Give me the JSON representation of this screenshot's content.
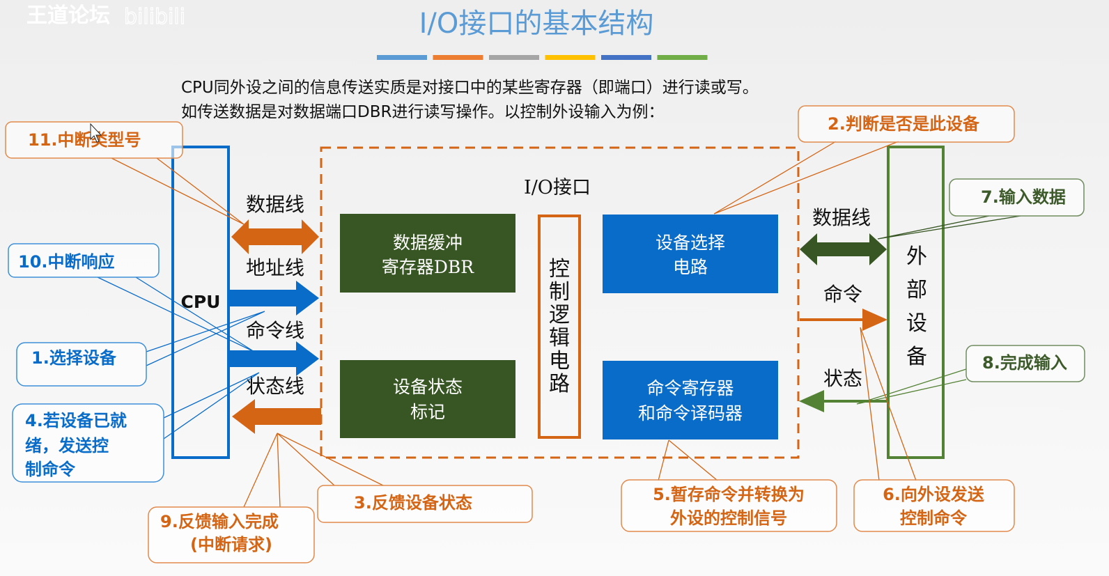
{
  "watermark": {
    "brand": "王道论坛",
    "logo_text": "bilibili"
  },
  "title": "I/O接口的基本结构",
  "title_bar_colors": [
    "#5b9bd5",
    "#ed7d31",
    "#a5a5a5",
    "#ffc000",
    "#4472c4",
    "#70ad47"
  ],
  "intro": {
    "line1": "CPU同外设之间的信息传送实质是对接口中的某些寄存器（即端口）进行读或写。",
    "line2": "如传送数据是对数据端口DBR进行读写操作。以控制外设输入为例："
  },
  "colors": {
    "orange": "#d46515",
    "blue": "#0a6cc9",
    "dark_green": "#375623",
    "green": "#548235",
    "callout_orange_text": "#d46515",
    "callout_blue_text": "#0a6cc9",
    "callout_green_text": "#3d5a2a"
  },
  "cpu": {
    "label": "CPU"
  },
  "buses_left": {
    "data": "数据线",
    "address": "地址线",
    "command": "命令线",
    "status": "状态线"
  },
  "io_interface": {
    "label": "I/O接口",
    "dbr": {
      "line1": "数据缓冲",
      "line2": "寄存器DBR"
    },
    "status_flag": {
      "line1": "设备状态",
      "line2": "标记"
    },
    "control_logic": [
      "控",
      "制",
      "逻",
      "辑",
      "电",
      "路"
    ],
    "device_select": {
      "line1": "设备选择",
      "line2": "电路"
    },
    "command_reg": {
      "line1": "命令寄存器",
      "line2": "和命令译码器"
    }
  },
  "buses_right": {
    "data": "数据线",
    "command": "命令",
    "status": "状态"
  },
  "external_device": {
    "chars": [
      "外",
      "部",
      "设",
      "备"
    ]
  },
  "callouts": [
    {
      "id": "c1",
      "num": "1.",
      "text": [
        "选择设备"
      ],
      "color": "blue"
    },
    {
      "id": "c2",
      "num": "2.",
      "text": [
        "判断是否是此设备"
      ],
      "color": "orange"
    },
    {
      "id": "c3",
      "num": "3.",
      "text": [
        "反馈设备状态"
      ],
      "color": "orange"
    },
    {
      "id": "c4",
      "num": "4.",
      "text": [
        "若设备已就",
        "绪，发送控",
        "制命令"
      ],
      "color": "blue"
    },
    {
      "id": "c5",
      "num": "5.",
      "text": [
        "暂存命令并转换为",
        "外设的控制信号"
      ],
      "color": "orange"
    },
    {
      "id": "c6",
      "num": "6.",
      "text": [
        "向外设发送",
        "控制命令"
      ],
      "color": "orange"
    },
    {
      "id": "c7",
      "num": "7.",
      "text": [
        "输入数据"
      ],
      "color": "green"
    },
    {
      "id": "c8",
      "num": "8.",
      "text": [
        "完成输入"
      ],
      "color": "green"
    },
    {
      "id": "c9",
      "num": "9.",
      "text": [
        "反馈输入完成",
        "(中断请求)"
      ],
      "color": "orange"
    },
    {
      "id": "c10",
      "num": "10.",
      "text": [
        "中断响应"
      ],
      "color": "blue"
    },
    {
      "id": "c11",
      "num": "11.",
      "text": [
        "中断类型号"
      ],
      "color": "orange"
    }
  ]
}
